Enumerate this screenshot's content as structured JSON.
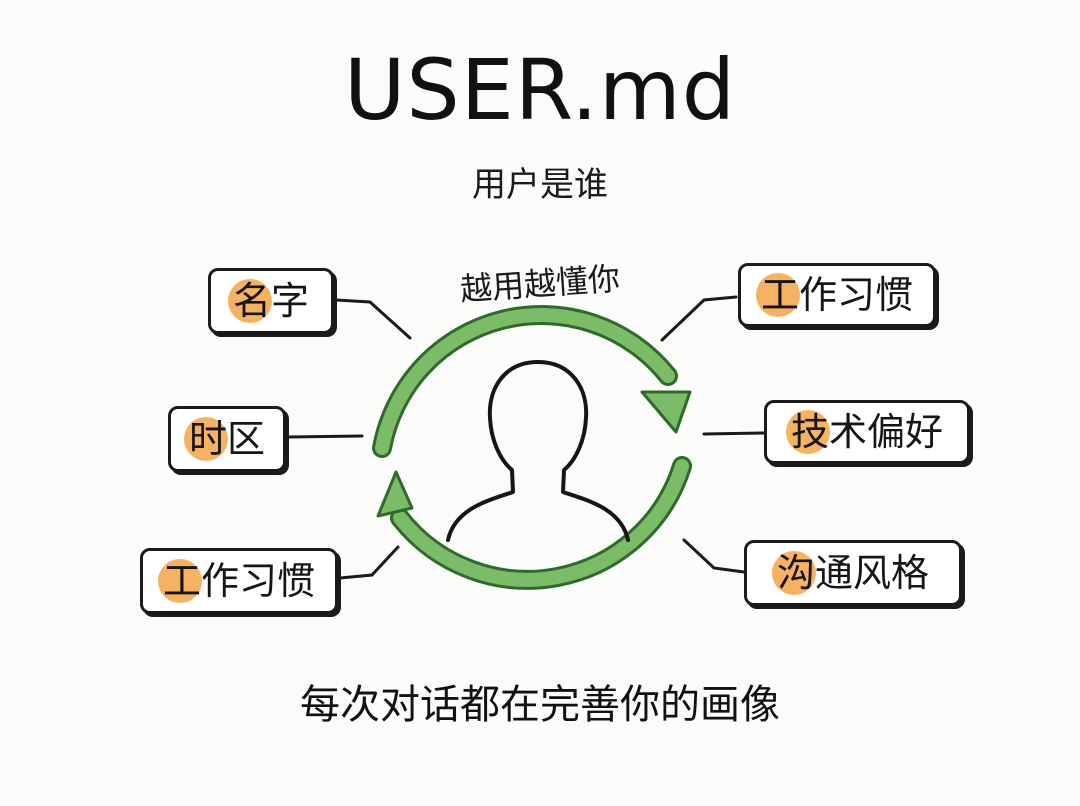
{
  "title": "USER.md",
  "subtitle": "用户是谁",
  "cycle_label": "越用越懂你",
  "footer": "每次对话都在完善你的画像",
  "left_tags": [
    {
      "first": "名",
      "rest": "字"
    },
    {
      "first": "时",
      "rest": "区"
    },
    {
      "first": "工",
      "rest": "作习惯"
    }
  ],
  "right_tags": [
    {
      "first": "工",
      "rest": "作习惯"
    },
    {
      "first": "技",
      "rest": "术偏好"
    },
    {
      "first": "沟",
      "rest": "通风格"
    }
  ],
  "colors": {
    "arrow": "#7cbb67",
    "arrow_outline": "#2e6b2a",
    "highlight": "#f6b263",
    "ink": "#1b1b1b"
  },
  "icons": {
    "center": "user-silhouette-icon",
    "cycle": "circular-arrows-icon"
  }
}
